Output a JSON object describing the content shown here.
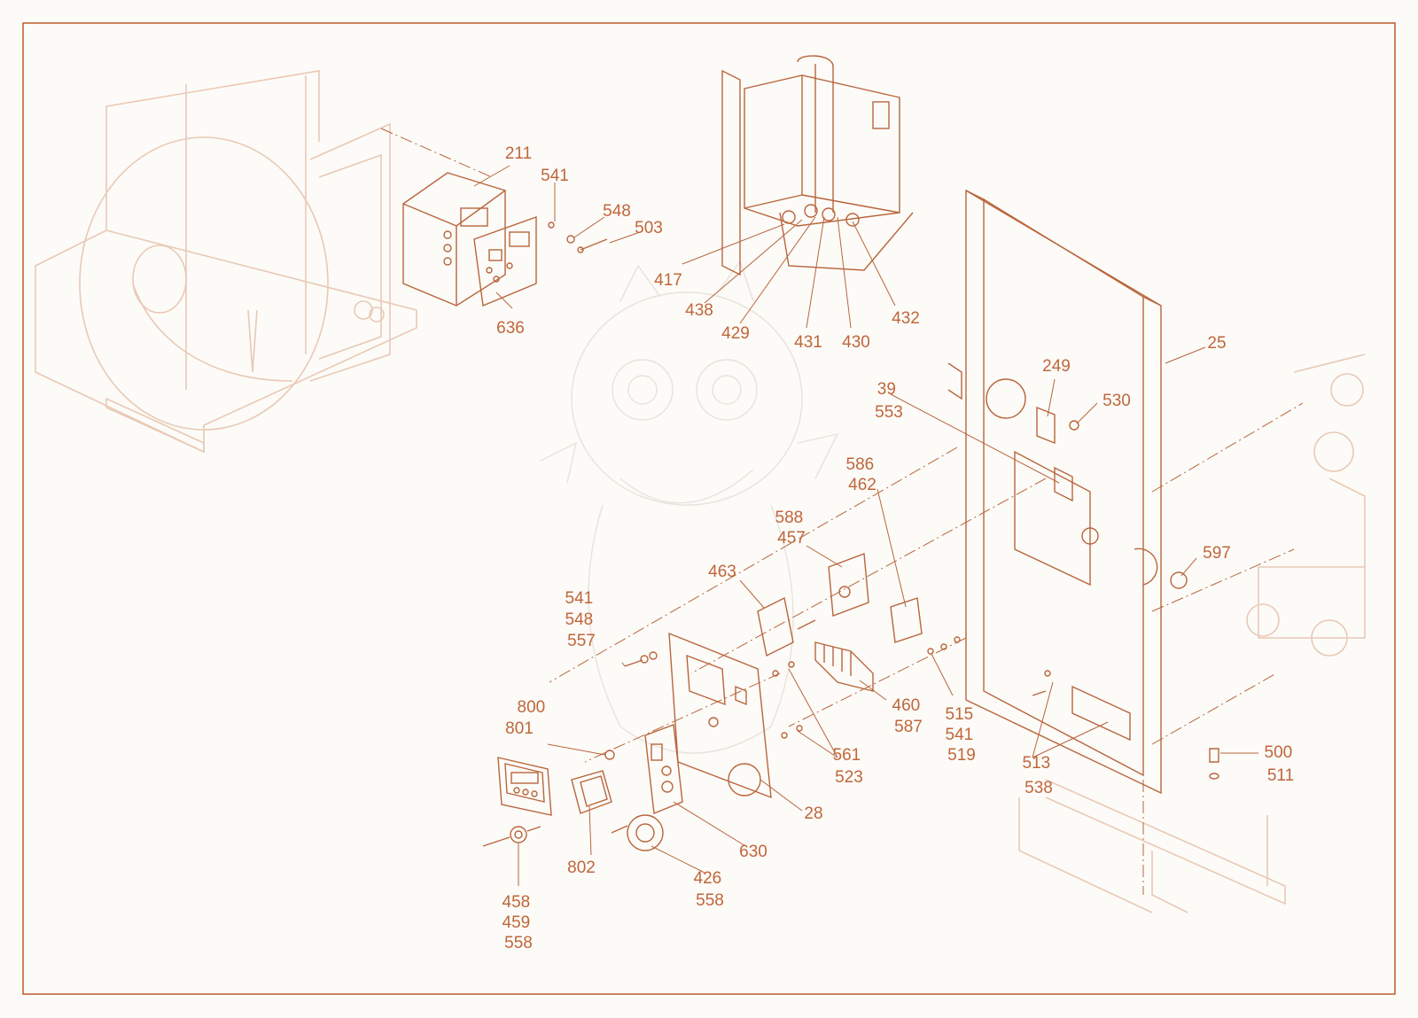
{
  "diagram": {
    "colors": {
      "accent": "#c0663a",
      "line": "#b9653c",
      "ghost": "#e9c9b6",
      "background": "#fcfbf8"
    },
    "callouts": [
      {
        "id": "c211",
        "lines": [
          "211"
        ]
      },
      {
        "id": "c541a",
        "lines": [
          "541"
        ]
      },
      {
        "id": "c548a",
        "lines": [
          "548"
        ]
      },
      {
        "id": "c503",
        "lines": [
          "503"
        ]
      },
      {
        "id": "c636",
        "lines": [
          "636"
        ]
      },
      {
        "id": "c417",
        "lines": [
          "417"
        ]
      },
      {
        "id": "c438",
        "lines": [
          "438"
        ]
      },
      {
        "id": "c429",
        "lines": [
          "429"
        ]
      },
      {
        "id": "c431",
        "lines": [
          "431"
        ]
      },
      {
        "id": "c430",
        "lines": [
          "430"
        ]
      },
      {
        "id": "c432",
        "lines": [
          "432"
        ]
      },
      {
        "id": "c25",
        "lines": [
          "25"
        ]
      },
      {
        "id": "c249",
        "lines": [
          "249"
        ]
      },
      {
        "id": "c530",
        "lines": [
          "530"
        ]
      },
      {
        "id": "c39",
        "lines": [
          "39",
          "553"
        ]
      },
      {
        "id": "c586",
        "lines": [
          "586",
          "462"
        ]
      },
      {
        "id": "c588",
        "lines": [
          "588",
          "457"
        ]
      },
      {
        "id": "c597",
        "lines": [
          "597"
        ]
      },
      {
        "id": "c463",
        "lines": [
          "463"
        ]
      },
      {
        "id": "c541b",
        "lines": [
          "541",
          "548",
          "557"
        ]
      },
      {
        "id": "c800",
        "lines": [
          "800",
          "801"
        ]
      },
      {
        "id": "c460",
        "lines": [
          "460",
          "587"
        ]
      },
      {
        "id": "c515",
        "lines": [
          "515",
          "541",
          "519"
        ]
      },
      {
        "id": "c513",
        "lines": [
          "513",
          "538"
        ]
      },
      {
        "id": "c500",
        "lines": [
          "500",
          "511"
        ]
      },
      {
        "id": "c561",
        "lines": [
          "561",
          "523"
        ]
      },
      {
        "id": "c28",
        "lines": [
          "28"
        ]
      },
      {
        "id": "c630",
        "lines": [
          "630"
        ]
      },
      {
        "id": "c802",
        "lines": [
          "802"
        ]
      },
      {
        "id": "c426",
        "lines": [
          "426",
          "558"
        ]
      },
      {
        "id": "c458",
        "lines": [
          "458",
          "459",
          "558"
        ]
      }
    ]
  }
}
